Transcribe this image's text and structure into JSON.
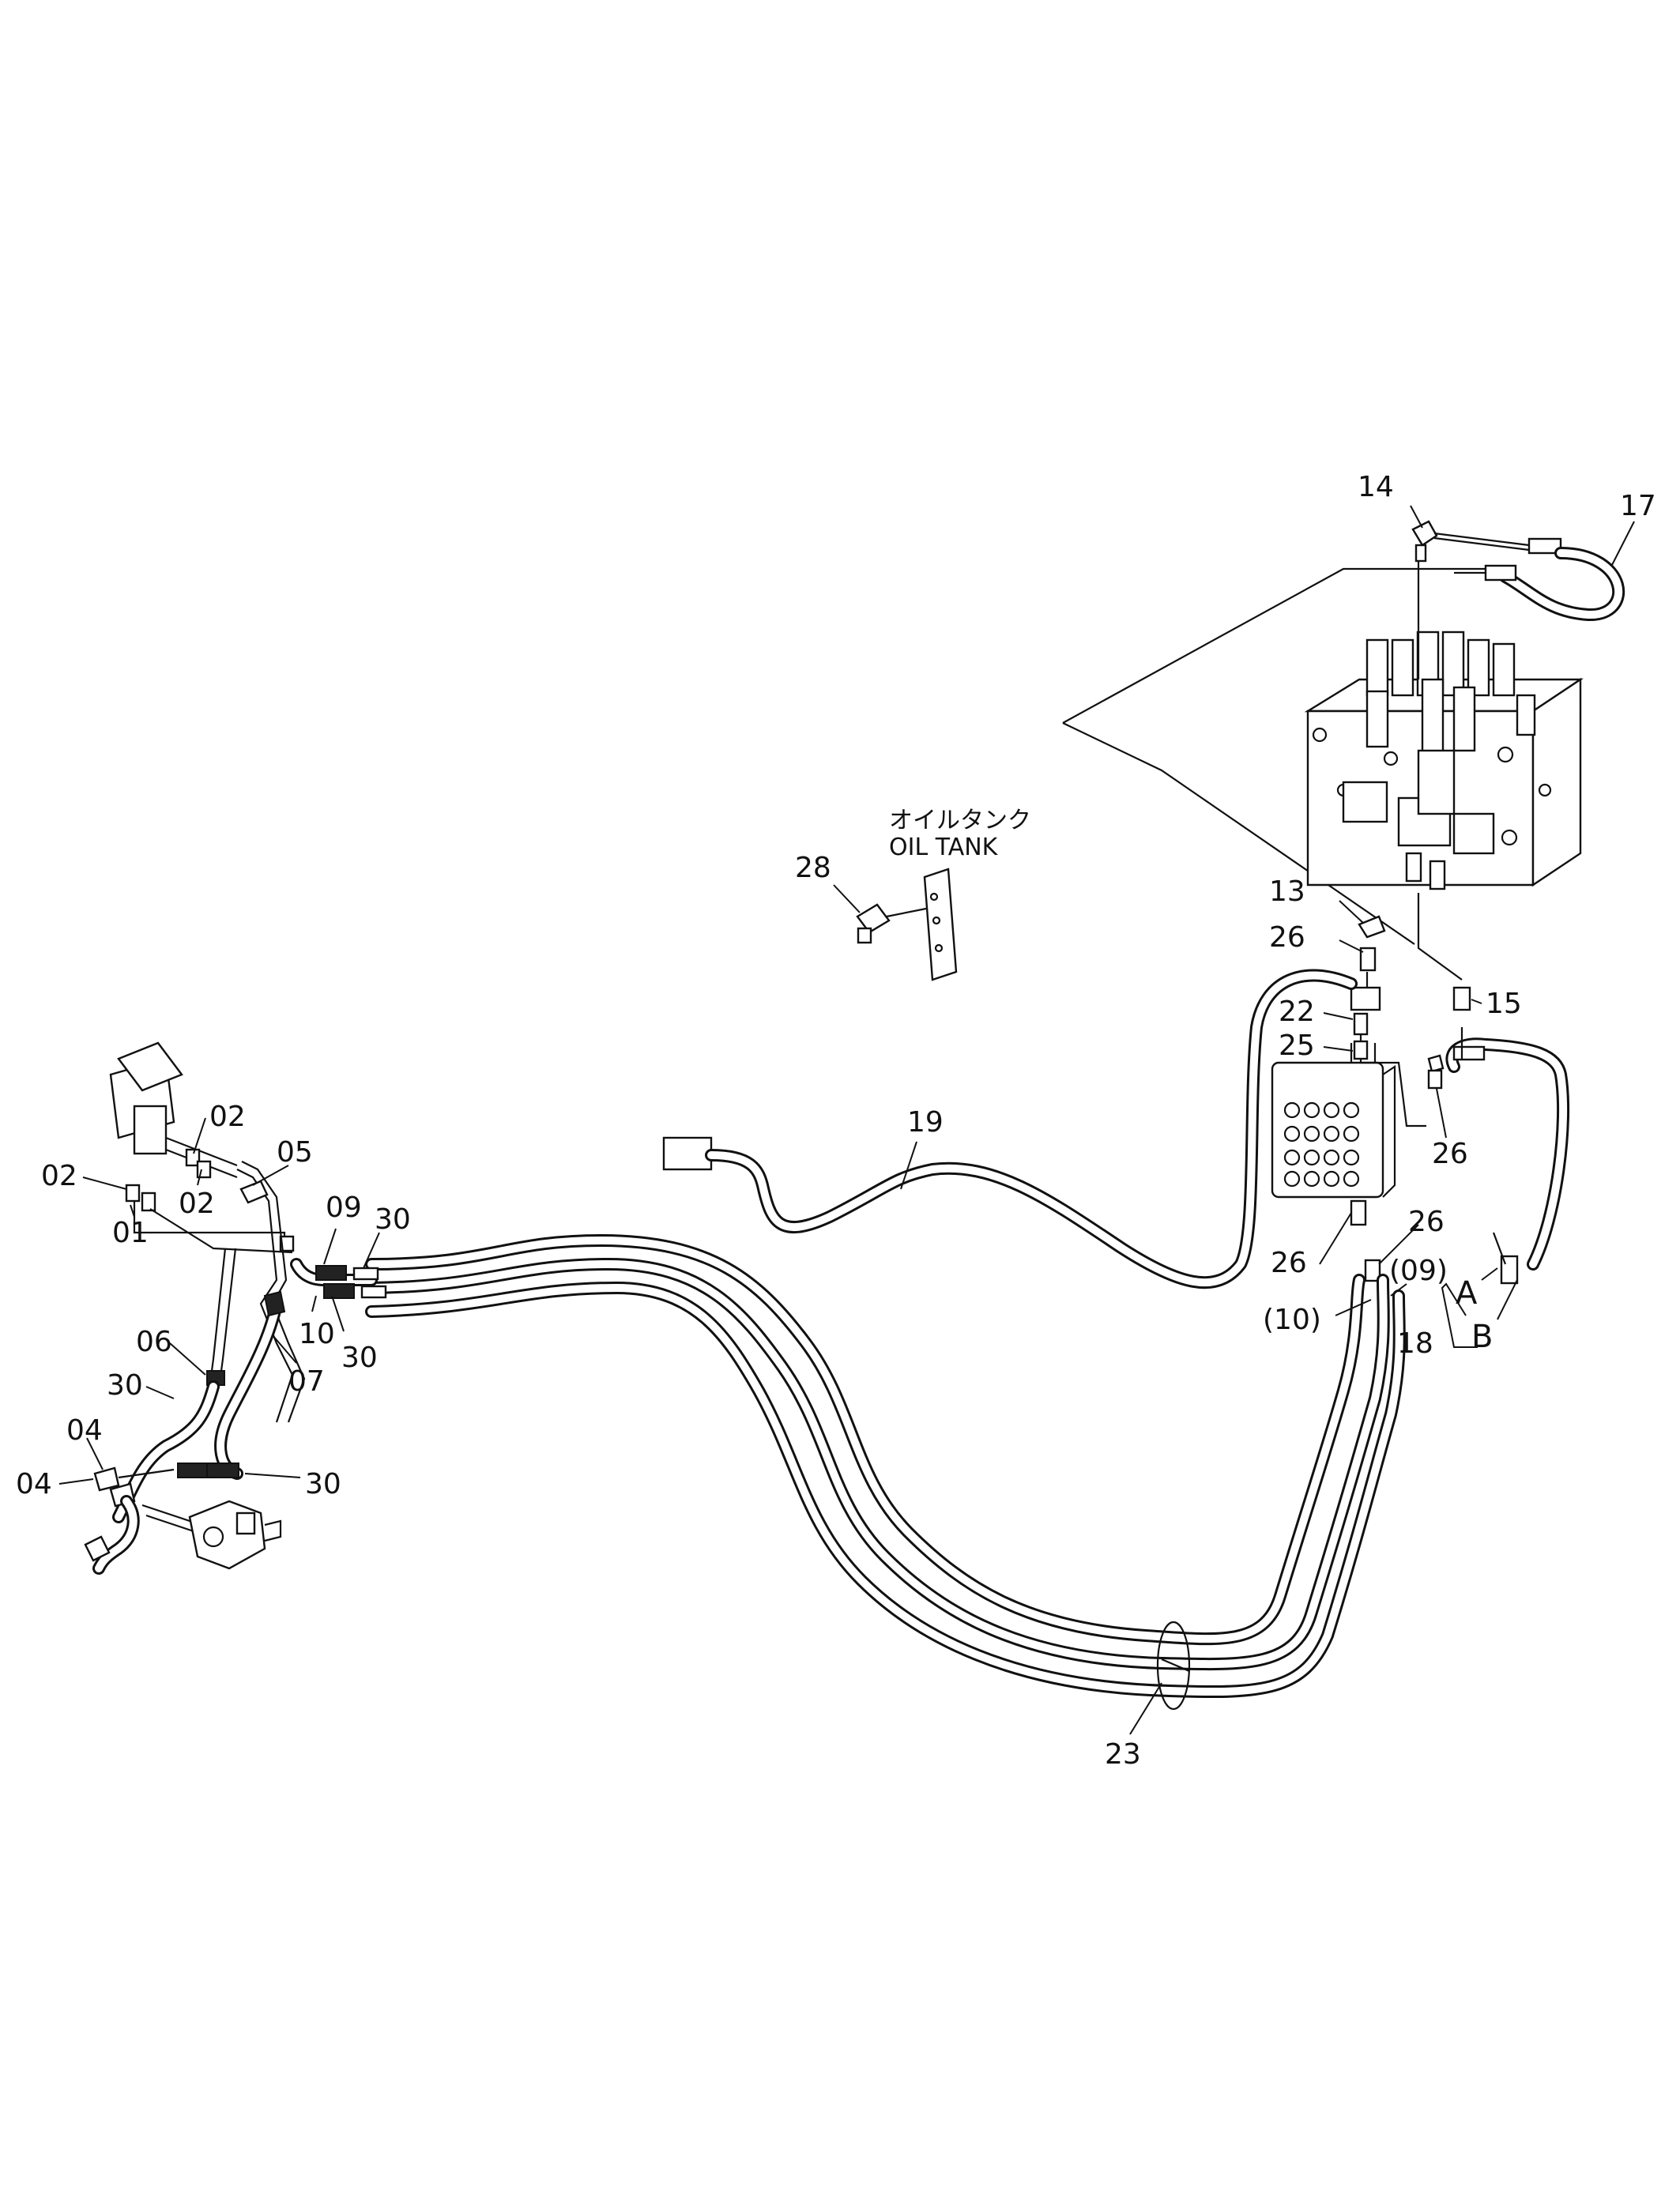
{
  "oil_tank": {
    "jp": "オイルタンク",
    "en": "OIL TANK"
  },
  "callouts": {
    "p14": "14",
    "p17": "17",
    "p28": "28",
    "p13": "13",
    "p26a": "26",
    "p22": "22",
    "p15": "15",
    "p25": "25",
    "p26b": "26",
    "p19": "19",
    "p26c": "26",
    "p26d": "26",
    "p09b": "(09)",
    "p10b": "(10)",
    "pA": "A",
    "pB": "B",
    "p18": "18",
    "p02a": "02",
    "p02b": "02",
    "p02c": "02",
    "p05": "05",
    "p01": "01",
    "p09": "09",
    "p30a": "30",
    "p10": "10",
    "p30b": "30",
    "p06": "06",
    "p07": "07",
    "p30c": "30",
    "p04a": "04",
    "p04b": "04",
    "p30d": "30",
    "p23": "23"
  }
}
